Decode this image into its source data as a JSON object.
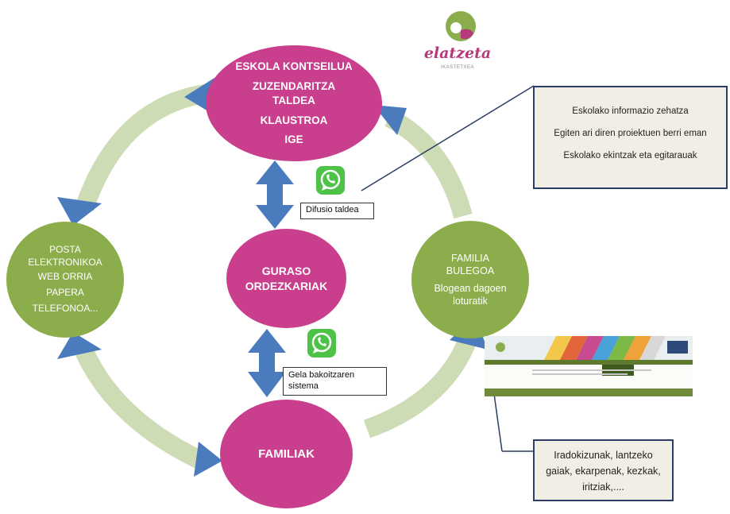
{
  "logo": {
    "wordmark": "elatzeta",
    "subtitle": "IKASTETXEA"
  },
  "nodes": {
    "top": {
      "lines": [
        "ESKOLA KONTSEILUA",
        "ZUZENDARITZA",
        "TALDEA",
        "KLAUSTROA",
        "IGE"
      ]
    },
    "middle": {
      "lines": [
        "GURASO",
        "ORDEZKARIAK"
      ]
    },
    "left": {
      "lines": [
        "POSTA",
        "ELEKTRONIKOA",
        "WEB ORRIA",
        "PAPERA",
        "TELEFONOA..."
      ]
    },
    "right": {
      "lines": [
        "FAMILIA",
        "BULEGOA",
        "Blogean dagoen",
        "loturatik"
      ]
    },
    "bottom": {
      "lines": [
        "FAMILIAK"
      ]
    }
  },
  "labels": {
    "difusio": "Difusio taldea",
    "gela": [
      "Gela bakoitzaren",
      "sistema"
    ]
  },
  "info_top": [
    "Eskolako informazio zehatza",
    "Egiten ari diren proiektuen berri eman",
    "Eskolako ekintzak eta egitarauak"
  ],
  "info_bottom": [
    "Iradokizunak, lantzeko",
    "gaiak, ekarpenak, kezkak,",
    "iritziak,...."
  ],
  "colors": {
    "magenta": "#c93f8d",
    "green": "#8bad4c",
    "cycle_arrow": "#cddcb5",
    "blue_arrow": "#4a7bbd",
    "whatsapp": "#4dc247",
    "info_border": "#2c3e66"
  }
}
